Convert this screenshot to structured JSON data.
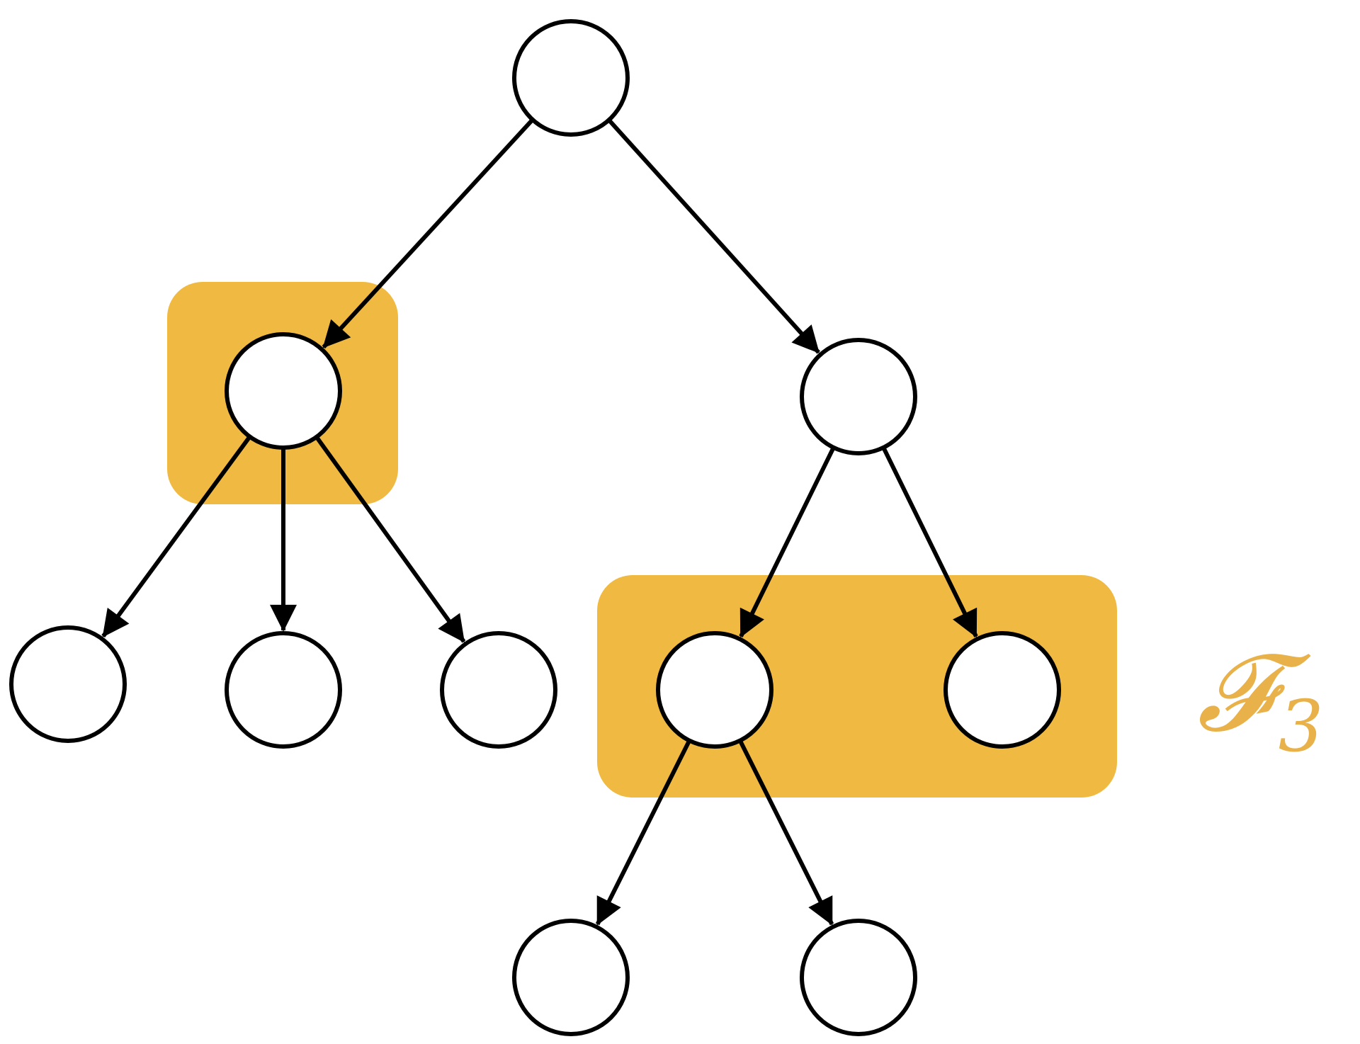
{
  "diagram": {
    "type": "tree",
    "label": {
      "symbol": "𝓕",
      "subscript": "3",
      "color": "#E8B14A"
    },
    "colors": {
      "highlight": "#F0BA42",
      "stroke": "#000000",
      "node_fill": "#FFFFFF"
    },
    "nodes": [
      "root",
      "a",
      "b",
      "a1",
      "a2",
      "a3",
      "b1",
      "b2",
      "b1a",
      "b1b"
    ],
    "edges": [
      [
        "root",
        "a"
      ],
      [
        "root",
        "b"
      ],
      [
        "a",
        "a1"
      ],
      [
        "a",
        "a2"
      ],
      [
        "a",
        "a3"
      ],
      [
        "b",
        "b1"
      ],
      [
        "b",
        "b2"
      ],
      [
        "b1",
        "b1a"
      ],
      [
        "b1",
        "b1b"
      ]
    ],
    "highlighted_groups": [
      [
        "a"
      ],
      [
        "b1",
        "b2"
      ]
    ]
  }
}
